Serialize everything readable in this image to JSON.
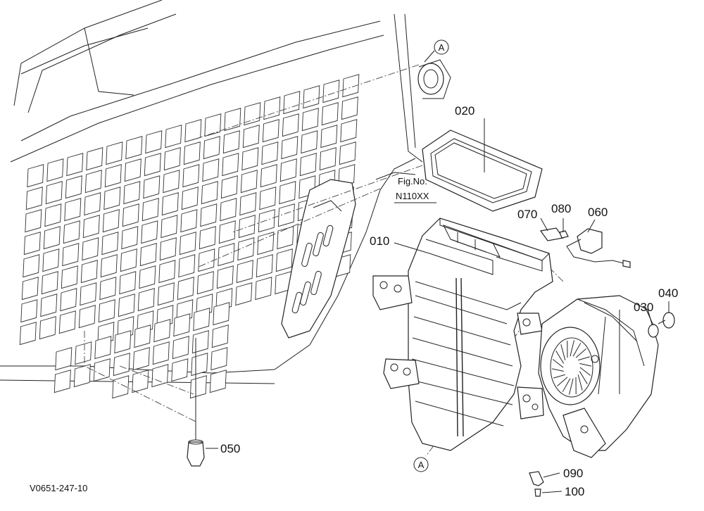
{
  "parts": [
    {
      "id": "p010",
      "label": "010"
    },
    {
      "id": "p020",
      "label": "020"
    },
    {
      "id": "p030",
      "label": "030"
    },
    {
      "id": "p040",
      "label": "040"
    },
    {
      "id": "p050",
      "label": "050"
    },
    {
      "id": "p060",
      "label": "060"
    },
    {
      "id": "p070",
      "label": "070"
    },
    {
      "id": "p080",
      "label": "080"
    },
    {
      "id": "p090",
      "label": "090"
    },
    {
      "id": "p100",
      "label": "100"
    }
  ],
  "reference_marker": "A",
  "figure_ref": {
    "line1": "Fig.No.",
    "line2": "N110XX"
  },
  "drawing_code": "V0651-247-10"
}
